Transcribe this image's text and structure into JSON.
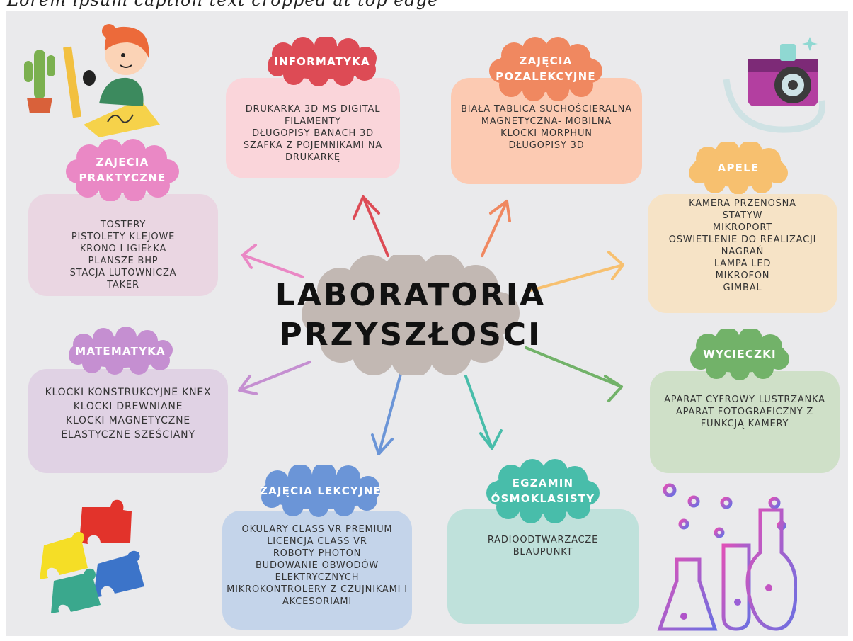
{
  "header": {
    "cropped_caption": "Lorem ipsum caption text cropped at top edge"
  },
  "center": {
    "line1": "LABORATORIA",
    "line2": "PRZYSZŁOSCI",
    "color": "#c2b8b3"
  },
  "nodes": {
    "informatyka": {
      "title": [
        "INFORMATYKA"
      ],
      "items": [
        "DRUKARKA 3D MS DIGITAL",
        "FILAMENTY",
        "DŁUGOPISY BANACH 3D",
        "SZAFKA Z POJEMNIKAMI NA",
        "DRUKARKĘ"
      ],
      "cloud_color": "#dd4b55",
      "box_color": "#fad5da"
    },
    "pozalekcyjne": {
      "title": [
        "ZAJĘCIA",
        "POZALEKCYJNE"
      ],
      "items": [
        "BIAŁA TABLICA SUCHOŚCIERALNA",
        "MAGNETYCZNA- MOBILNA",
        "KLOCKI MORPHUN",
        "DŁUGOPISY 3D"
      ],
      "cloud_color": "#f08860",
      "box_color": "#fccab2"
    },
    "praktyczne": {
      "title": [
        "ZAJECIA",
        "PRAKTYCZNE"
      ],
      "items": [
        "TOSTERY",
        "PISTOLETY KLEJOWE",
        "KRONO I IGIEŁKA",
        "PLANSZE BHP",
        "STACJA LUTOWNICZA",
        "TAKER"
      ],
      "cloud_color": "#ea88c5",
      "box_color": "#ead6e2"
    },
    "apele": {
      "title": [
        "APELE"
      ],
      "items": [
        "KAMERA PRZENOŚNA",
        "STATYW",
        "MIKROPORT",
        "OŚWIETLENIE DO REALIZACJI",
        "NAGRAŃ",
        "LAMPA LED",
        "MIKROFON",
        "GIMBAL"
      ],
      "cloud_color": "#f7c06f",
      "box_color": "#f6e3c6"
    },
    "matematyka": {
      "title": [
        "MATEMATYKA"
      ],
      "items": [
        "KLOCKI KONSTRUKCYJNE KNEX",
        "KLOCKI DREWNIANE",
        "KLOCKI MAGNETYCZNE",
        "ELASTYCZNE SZEŚCIANY"
      ],
      "cloud_color": "#c58fd1",
      "box_color": "#e0d2e4"
    },
    "wycieczki": {
      "title": [
        "WYCIECZKI"
      ],
      "items": [
        "APARAT CYFROWY LUSTRZANKA",
        "APARAT FOTOGRAFICZNY Z",
        "FUNKCJĄ KAMERY"
      ],
      "cloud_color": "#72b269",
      "box_color": "#cfe0c8"
    },
    "lekcyjne": {
      "title": [
        "ZAJĘCIA LEKCYJNE"
      ],
      "items": [
        "OKULARY CLASS VR PREMIUM",
        "LICENCJA CLASS VR",
        "ROBOTY PHOTON",
        "BUDOWANIE OBWODÓW",
        "ELEKTRYCZNYCH",
        "MIKROKONTROLERY Z CZUJNIKAMI I",
        "AKCESORIAMI"
      ],
      "cloud_color": "#6b95d7",
      "box_color": "#c4d4ea"
    },
    "egzamin": {
      "title": [
        "EGZAMIN",
        "ÓSMOKLASISTY"
      ],
      "items": [
        "RADIOODTWARZACZE",
        "BLAUPUNKT"
      ],
      "cloud_color": "#48bdaa",
      "box_color": "#bfe1db"
    }
  },
  "arrow_colors": {
    "informatyka": "#dd4b55",
    "pozalekcyjne": "#f08860",
    "praktyczne": "#ea88c5",
    "apele": "#f7c06f",
    "matematyka": "#c58fd1",
    "wycieczki": "#72b269",
    "lekcyjne": "#6b95d7",
    "egzamin": "#48bdaa"
  },
  "decorations": [
    "girl-drawing-illustration",
    "camera-illustration",
    "puzzle-illustration",
    "chemistry-flasks-illustration",
    "cactus-illustration"
  ]
}
